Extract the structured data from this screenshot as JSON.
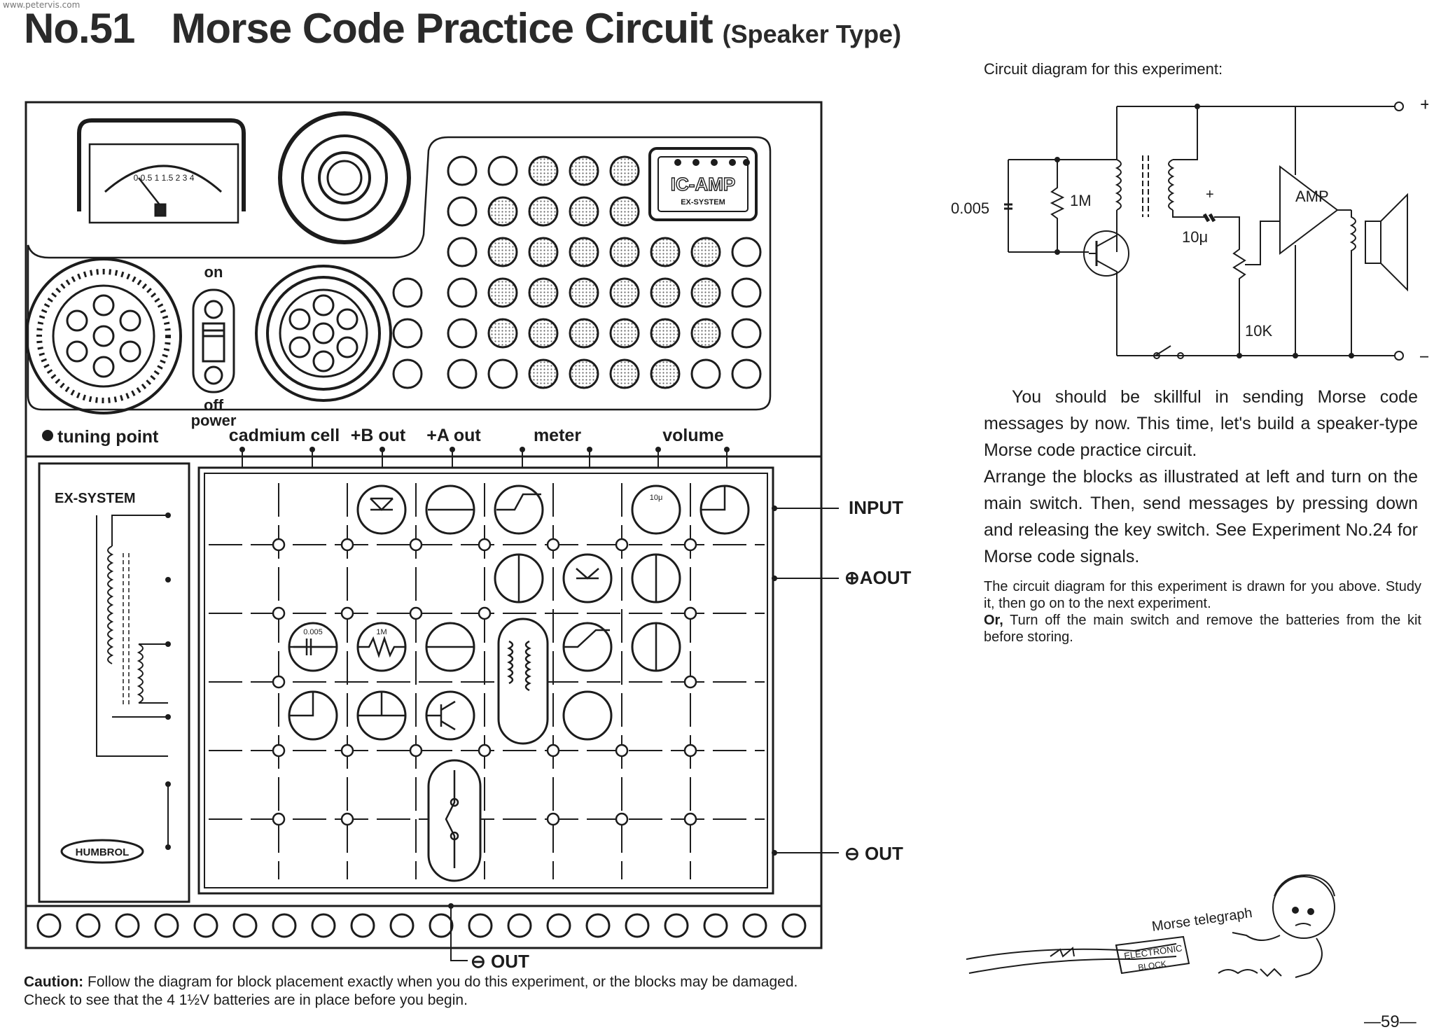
{
  "site_url": "www.petervis.com",
  "header": {
    "number": "No.51",
    "title": "Morse Code Practice Circuit",
    "subtitle": "(Speaker Type)"
  },
  "board": {
    "meter_scale": "0 0.5 1 1.5 2 3 4",
    "ic_amp_label": "IC-AMP",
    "ic_amp_sub": "EX-SYSTEM",
    "switch_on": "on",
    "switch_off": "off",
    "switch_power": "power",
    "tuning_point": "tuning point",
    "terminals": [
      "cadmium cell",
      "+B out",
      "+A out",
      "meter",
      "volume"
    ],
    "ex_system": "EX-SYSTEM",
    "brand": "HUMBROL",
    "input_label": "INPUT",
    "aout_label": "⊕AOUT",
    "out_label": "⊖ OUT",
    "bottom_out_label": "⊖ OUT",
    "block_labels": {
      "cap_small": "0.005",
      "resistor": "1M",
      "elec_cap": "10μ"
    }
  },
  "schematic": {
    "caption": "Circuit diagram for this experiment:",
    "plus": "+",
    "minus": "–",
    "cap": "0.005",
    "resistor": "1M",
    "elec_cap": "10μ",
    "pot": "10K",
    "amp": "AMP"
  },
  "body": [
    "You should be skillful in sending Morse code messages by now. This time, let's build a speaker-type Morse code practice circuit.",
    "Arrange the blocks as illustrated at left and turn on the main switch. Then, send messages by pressing down and releasing the key switch. See Experiment No.24 for Morse code signals."
  ],
  "note": {
    "line1": "The circuit diagram for this experiment is drawn for you above. Study it, then go on to the next experiment.",
    "or_label": "Or,",
    "line2": "Turn off the main switch and remove the batteries from the kit before storing."
  },
  "cartoon": {
    "caption": "Morse telegraph",
    "box_line1": "ELECTRONIC",
    "box_line2": "BLOCK"
  },
  "caution": {
    "label": "Caution:",
    "text": "Follow the diagram for block placement exactly when you do this experiment, or the blocks may be damaged. Check to see that the 4 1½V batteries are in place before you begin."
  },
  "page_number": "—59—"
}
